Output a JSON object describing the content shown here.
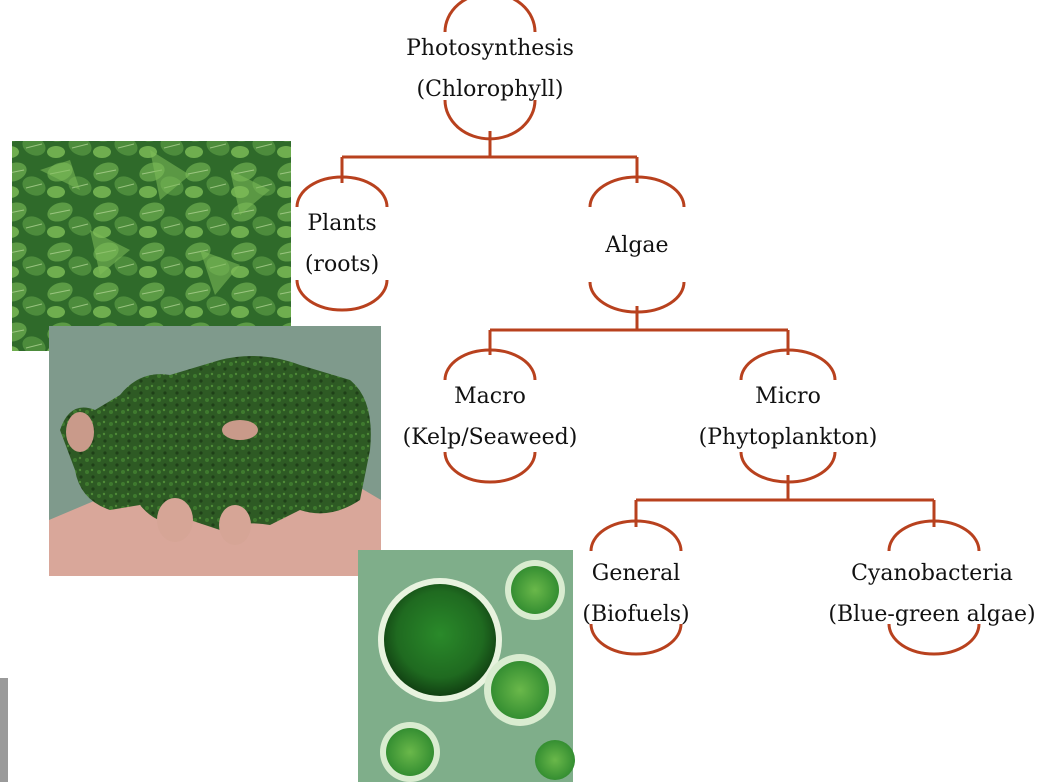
{
  "diagram": {
    "line_color": "#b8411e",
    "nodes": {
      "photosynthesis": {
        "line1": "Photosynthesis",
        "line2": "(Chlorophyll)"
      },
      "plants": {
        "line1": "Plants",
        "line2": "(roots)"
      },
      "algae": {
        "line1": "Algae"
      },
      "macro": {
        "line1": "Macro",
        "line2": "(Kelp/Seaweed)"
      },
      "micro": {
        "line1": "Micro",
        "line2": "(Phytoplankton)"
      },
      "general": {
        "line1": "General",
        "line2": "(Biofuels)"
      },
      "cyanobacteria": {
        "line1": "Cyanobacteria",
        "line2": "(Blue-green algae)"
      }
    }
  },
  "photos": [
    {
      "subject": "strawberry-leaves",
      "colors": {
        "base": "#2f6a2a",
        "light": "#6fae4f",
        "vein": "#b7d99a"
      }
    },
    {
      "subject": "algae-mat-in-hand",
      "colors": {
        "bg": "#7f9a8c",
        "algae": "#2e5a24",
        "skin": "#d9a79a"
      }
    },
    {
      "subject": "microscopic-algae-cells",
      "colors": {
        "bg": "#7fae8a",
        "cell": "#2a8a2a",
        "rim": "#e8f3df"
      }
    }
  ]
}
